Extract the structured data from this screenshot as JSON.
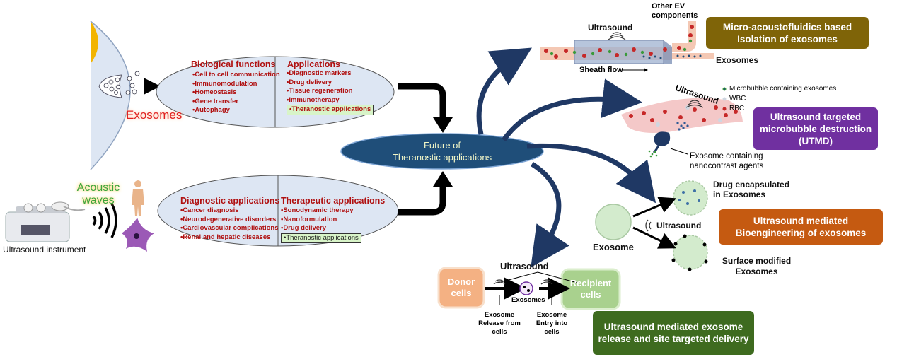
{
  "left": {
    "exosomes_label": "Exosomes",
    "bio_functions": {
      "title": "Biological functions",
      "items": [
        "•Cell to cell communication",
        "•Immunomodulation",
        "•Homeostasis",
        "•Gene transfer",
        "•Autophagy"
      ]
    },
    "applications": {
      "title": "Applications",
      "items": [
        "•Diagnostic markers",
        "•Drug delivery",
        "•Tissue regeneration",
        "•Immunotherapy"
      ],
      "highlight": "•Theranostic applications"
    },
    "acoustic_label": "Acoustic waves",
    "instrument_label": "Ultrasound instrument",
    "diagnostic": {
      "title": "Diagnostic applications",
      "items": [
        "•Cancer diagnosis",
        "•Neurodegenerative disorders",
        "•Cardiovascular complications",
        "•Renal and hepatic diseases"
      ]
    },
    "therapeutic": {
      "title": "Therapeutic applications",
      "items": [
        "•Sonodynamic therapy",
        "•Nanoformulation",
        "•Drug delivery"
      ],
      "highlight": "•Theranostic applications"
    }
  },
  "center": {
    "line1": "Future of",
    "line2": "Theranostic applications"
  },
  "panel1": {
    "ultrasound": "Ultrasound",
    "other_ev": "Other EV components",
    "exosomes": "Exosomes",
    "sheath_flow": "Sheath flow",
    "box": "Micro-acoustofluidics based Isolation of exosomes"
  },
  "panel2": {
    "ultrasound": "Ultrasound",
    "legend": [
      "Microbubble containing exosomes",
      "WBC",
      "RBC"
    ],
    "caption": "Exosome containing nanocontrast agents",
    "box": "Ultrasound targeted microbubble destruction (UTMD)"
  },
  "panel3": {
    "drug": "Drug encapsulated in Exosomes",
    "exosome": "Exosome",
    "ultrasound": "Ultrasound",
    "surface": "Surface modified Exosomes",
    "box": "Ultrasound mediated Bioengineering of exosomes"
  },
  "panel4": {
    "ultrasound": "Ultrasound",
    "donor": "Donor cells",
    "recipient": "Recipient cells",
    "exosomes": "Exosomes",
    "release": "Exosome Release from cells",
    "entry": "Exosome Entry into cells",
    "box": "Ultrasound mediated exosome release and site targeted delivery"
  },
  "colors": {
    "box_olive": "#7f6408",
    "box_purple": "#7030a0",
    "box_orange": "#c55a11",
    "box_green": "#3e6b1f",
    "central_ellipse": "#1f4e79",
    "curve_arrow": "#1f3864",
    "text_red": "#b01010",
    "highlight_green": "#d8f4c8"
  }
}
